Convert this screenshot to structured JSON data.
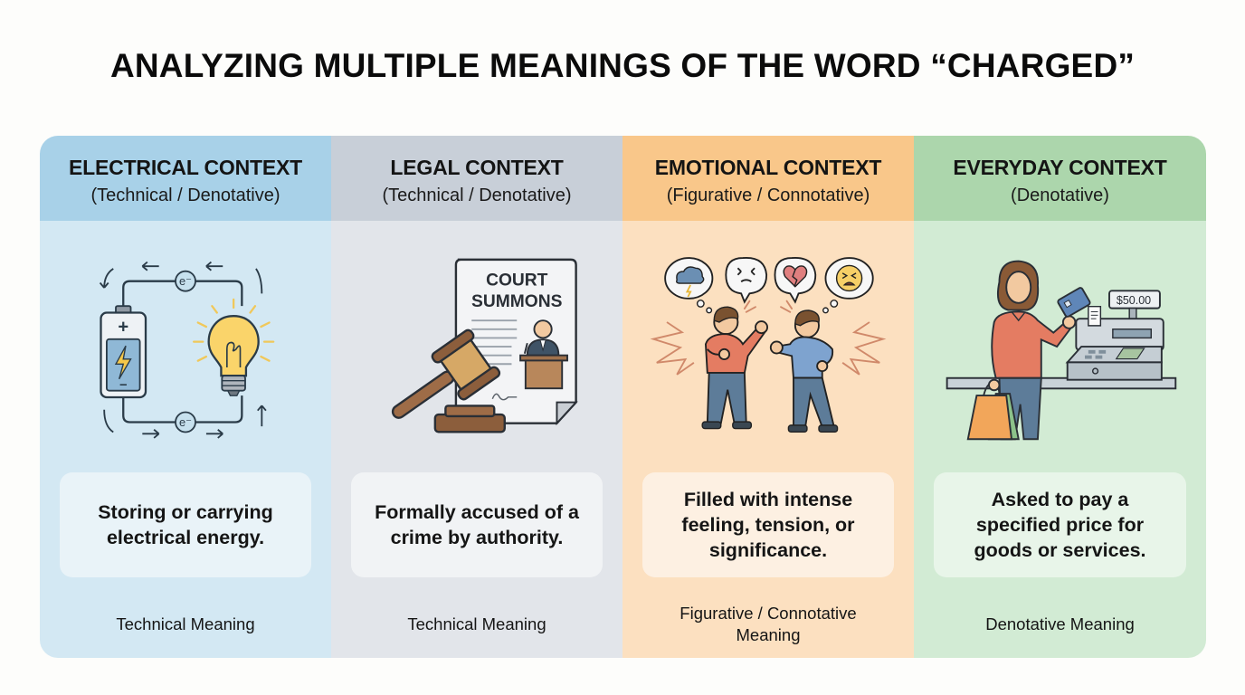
{
  "title": "ANALYZING MULTIPLE MEANINGS OF THE WORD “CHARGED”",
  "colors": {
    "electrical_header": "#a8d1e8",
    "electrical_body": "#d3e8f3",
    "legal_header": "#c8cfd8",
    "legal_body": "#e2e5ea",
    "emotional_header": "#f9c78a",
    "emotional_body": "#fce0c0",
    "everyday_header": "#acd6ac",
    "everyday_body": "#d2ebd4"
  },
  "columns": [
    {
      "heading": "ELECTRICAL CONTEXT",
      "subheading": "(Technical / Denotative)",
      "illustration": "battery-lightbulb-circuit-icon",
      "illustration_labels": {
        "electron_top": "e⁻",
        "electron_bottom": "e⁻",
        "plus": "+",
        "minus": "−"
      },
      "definition": "Storing or carrying electrical energy.",
      "meaning_type": "Technical Meaning"
    },
    {
      "heading": "LEGAL CONTEXT",
      "subheading": "(Technical / Denotative)",
      "illustration": "gavel-court-summons-icon",
      "illustration_labels": {
        "doc_line1": "COURT",
        "doc_line2": "SUMMONS"
      },
      "definition": "Formally accused of a crime by authority.",
      "meaning_type": "Technical Meaning"
    },
    {
      "heading": "EMOTIONAL CONTEXT",
      "subheading": "(Figurative / Connotative)",
      "illustration": "arguing-people-icon",
      "illustration_labels": {},
      "definition": "Filled with intense feeling, tension, or significance.",
      "meaning_type": "Figurative / Connotative Meaning"
    },
    {
      "heading": "EVERYDAY CONTEXT",
      "subheading": "(Denotative)",
      "illustration": "shopper-cash-register-icon",
      "illustration_labels": {
        "register_display": "$50.00"
      },
      "definition": "Asked to pay a specified price for goods or services.",
      "meaning_type": "Denotative Meaning"
    }
  ]
}
